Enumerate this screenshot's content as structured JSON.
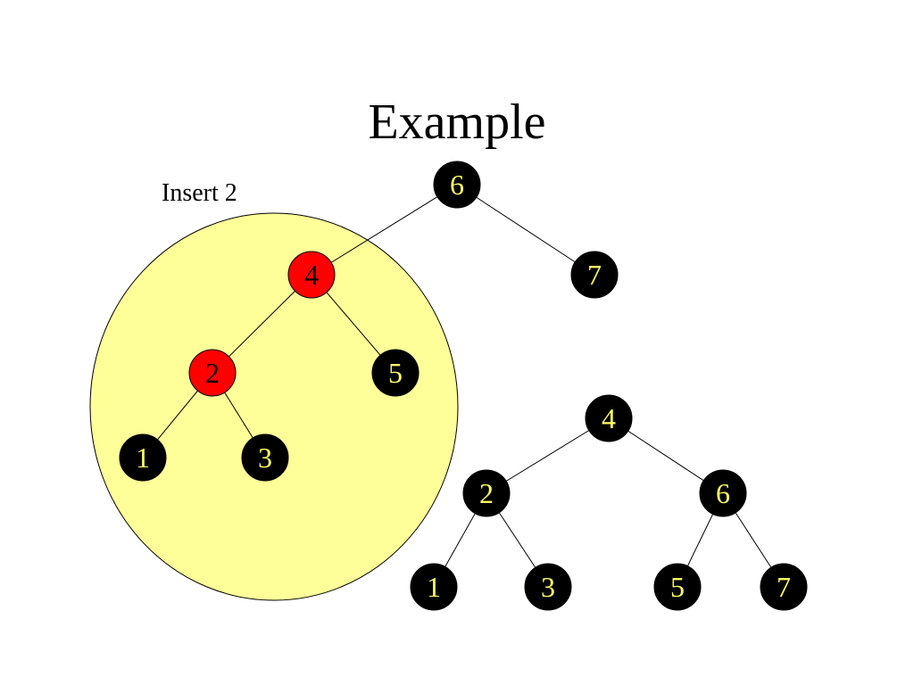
{
  "slide": {
    "title": "Example",
    "caption": "Insert 2"
  },
  "colors": {
    "background": "#ffffff",
    "highlight_fill": "#ffff99",
    "black_node": "#000000",
    "red_node": "#ff0000",
    "black_node_text": "#ffff66",
    "red_node_text": "#000000",
    "edge": "#000000"
  },
  "tree_before": {
    "nodes": [
      {
        "id": "b6",
        "label": "6",
        "color": "black"
      },
      {
        "id": "b4",
        "label": "4",
        "color": "red"
      },
      {
        "id": "b7",
        "label": "7",
        "color": "black"
      },
      {
        "id": "b2",
        "label": "2",
        "color": "red"
      },
      {
        "id": "b5",
        "label": "5",
        "color": "black"
      },
      {
        "id": "b1",
        "label": "1",
        "color": "black"
      },
      {
        "id": "b3",
        "label": "3",
        "color": "black"
      }
    ],
    "edges": [
      [
        "b6",
        "b4"
      ],
      [
        "b6",
        "b7"
      ],
      [
        "b4",
        "b2"
      ],
      [
        "b4",
        "b5"
      ],
      [
        "b2",
        "b1"
      ],
      [
        "b2",
        "b3"
      ]
    ],
    "highlighted_subtree_root": "b4"
  },
  "tree_after": {
    "nodes": [
      {
        "id": "a4",
        "label": "4",
        "color": "black"
      },
      {
        "id": "a2",
        "label": "2",
        "color": "black"
      },
      {
        "id": "a6",
        "label": "6",
        "color": "black"
      },
      {
        "id": "a1",
        "label": "1",
        "color": "black"
      },
      {
        "id": "a3",
        "label": "3",
        "color": "black"
      },
      {
        "id": "a5",
        "label": "5",
        "color": "black"
      },
      {
        "id": "a7",
        "label": "7",
        "color": "black"
      }
    ],
    "edges": [
      [
        "a4",
        "a2"
      ],
      [
        "a4",
        "a6"
      ],
      [
        "a2",
        "a1"
      ],
      [
        "a2",
        "a3"
      ],
      [
        "a6",
        "a5"
      ],
      [
        "a6",
        "a7"
      ]
    ]
  }
}
